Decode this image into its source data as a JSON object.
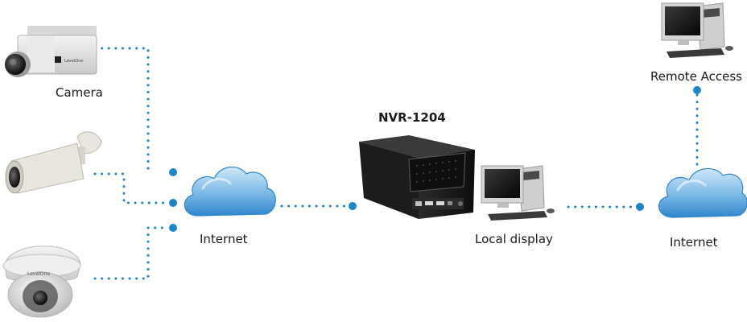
{
  "labels": {
    "camera": "Camera",
    "nvr_model": "NVR-1204",
    "internet_left": "Internet",
    "local_display": "Local display",
    "internet_right": "Internet",
    "remote_access": "Remote Access"
  },
  "device_branding": {
    "camera_box": "LevelOne",
    "camera_dome": "LevelOne"
  },
  "colors": {
    "connector": "#1a86c8",
    "cloud_light": "#b8dcf4",
    "cloud_dark": "#3f93d2",
    "text": "#1a1a1a"
  },
  "icons": {
    "box_camera": "box-camera-icon",
    "bullet_camera": "bullet-camera-icon",
    "dome_camera": "dome-camera-icon",
    "cloud": "cloud-icon",
    "nvr": "nvr-device-icon",
    "pc": "desktop-pc-icon"
  }
}
